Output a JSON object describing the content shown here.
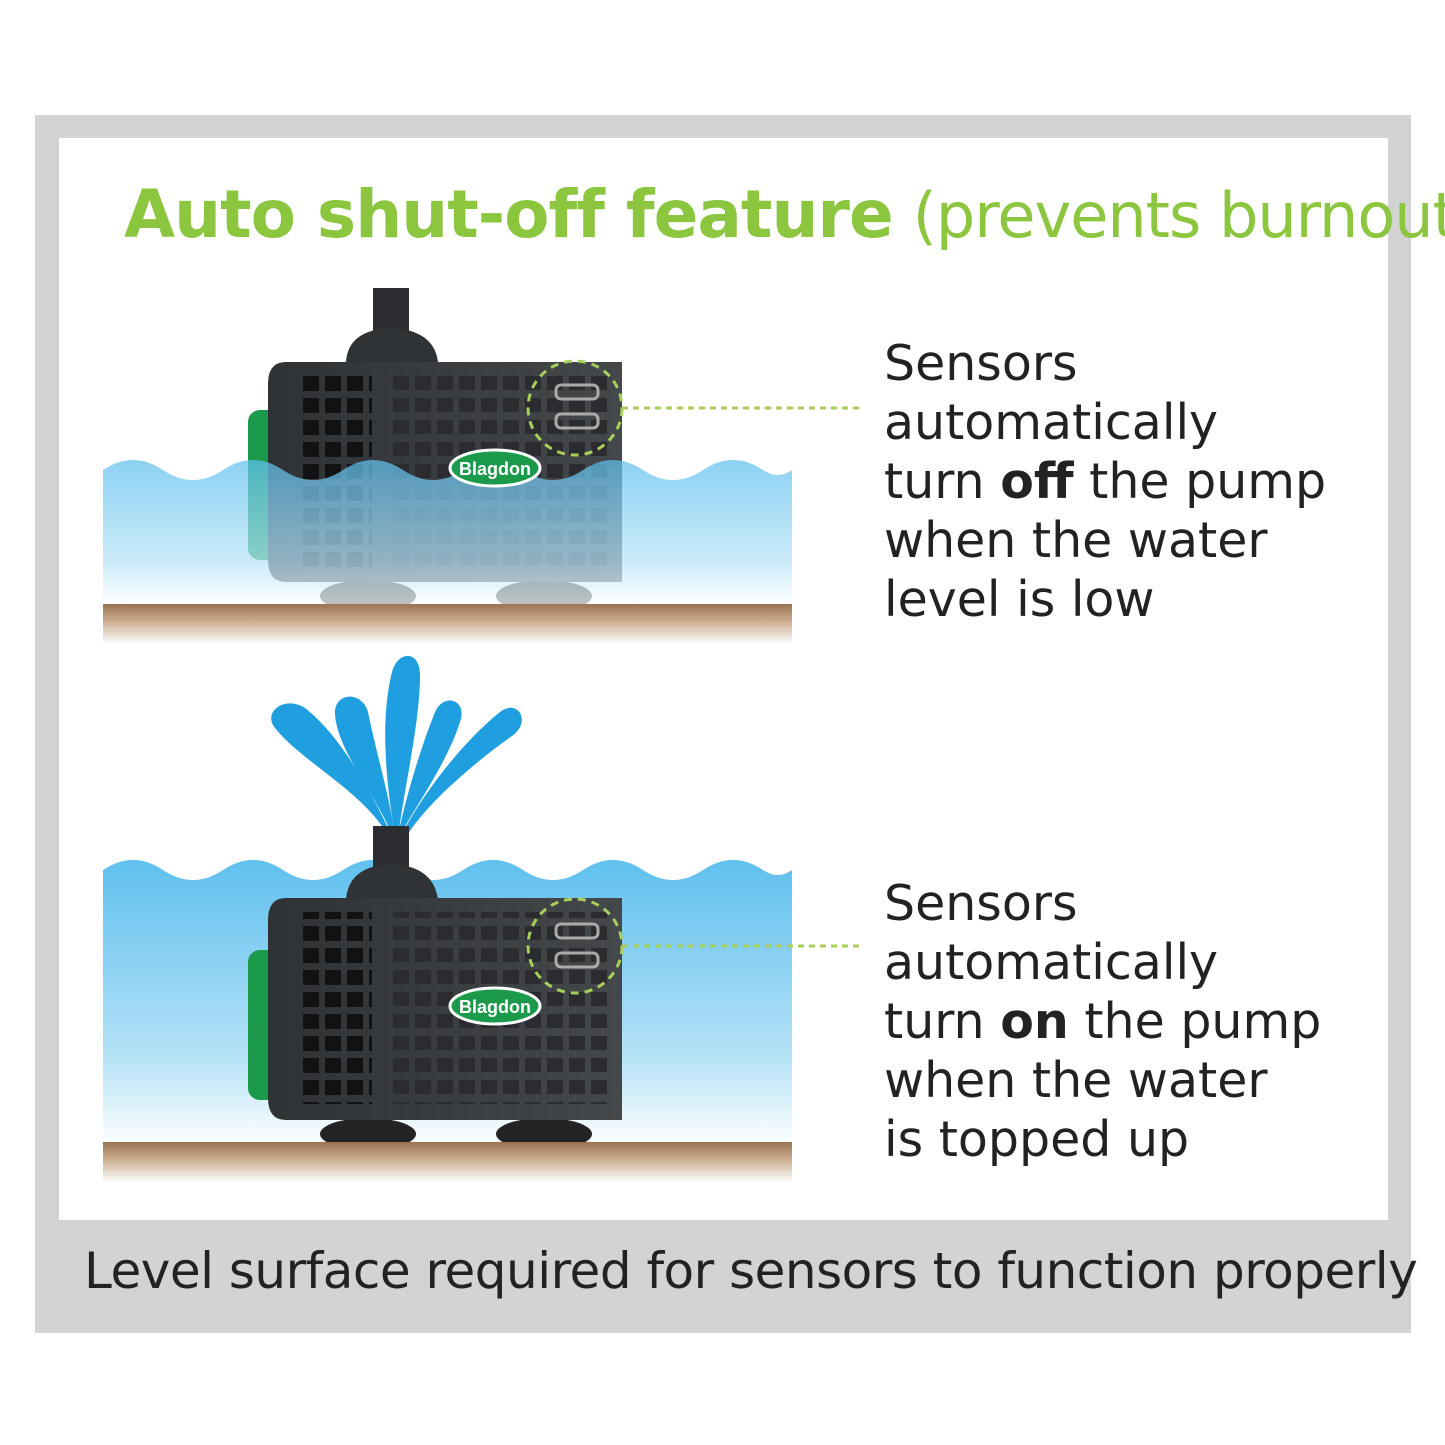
{
  "title": {
    "main": "Auto shut-off feature",
    "sub": "(prevents burnout)"
  },
  "scenes": [
    {
      "state": "off",
      "lines": [
        "Sensors",
        "automatically"
      ],
      "turn_prefix": "turn ",
      "turn_word": "off",
      "turn_suffix": " the pump",
      "lines_after": [
        "when the water",
        "level is low"
      ],
      "brand": "Blagdon"
    },
    {
      "state": "on",
      "lines": [
        "Sensors",
        "automatically"
      ],
      "turn_prefix": "turn ",
      "turn_word": "on",
      "turn_suffix": " the pump",
      "lines_after": [
        "when the water",
        "is topped up"
      ],
      "brand": "Blagdon"
    }
  ],
  "footer": "Level surface required for sensors to function properly",
  "colors": {
    "title_green": "#8cc63f",
    "water_blue": "#6cc5ee",
    "spray_blue": "#1f9fe0",
    "pump_body": "#3a3d40",
    "green_tab": "#1a9a4a",
    "ground_brown": "#b08a68",
    "frame_grey": "#d3d3d5"
  }
}
